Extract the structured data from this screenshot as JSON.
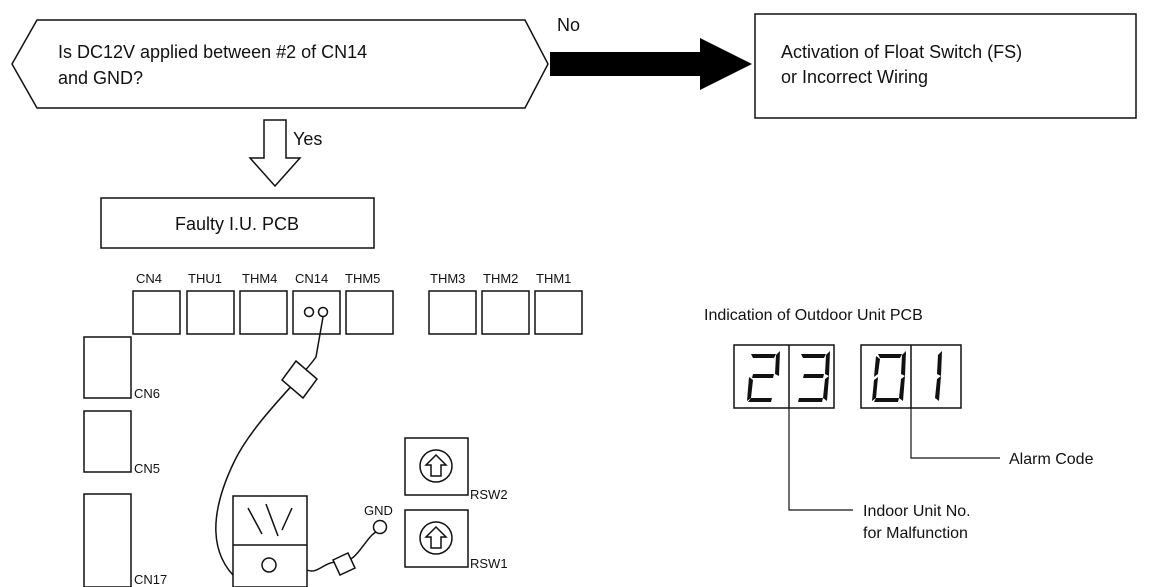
{
  "decision": {
    "line1": "Is DC12V applied between #2 of CN14",
    "line2": "and GND?"
  },
  "no_label": "No",
  "yes_label": "Yes",
  "result": {
    "line1": "Activation of Float Switch (FS)",
    "line2": "or Incorrect Wiring"
  },
  "faulty_label": "Faulty I.U. PCB",
  "connectors": {
    "cn4": "CN4",
    "thu1": "THU1",
    "thm4": "THM4",
    "cn14": "CN14",
    "thm5": "THM5",
    "thm3": "THM3",
    "thm2": "THM2",
    "thm1": "THM1",
    "cn6": "CN6",
    "cn5": "CN5",
    "cn17": "CN17",
    "gnd": "GND",
    "rsw2": "RSW2",
    "rsw1": "RSW1"
  },
  "indication": {
    "title": "Indication of Outdoor Unit PCB",
    "digits": [
      "2",
      "3",
      "0",
      "1"
    ],
    "alarm_code_label": "Alarm Code",
    "indoor_unit_line1": "Indoor Unit No.",
    "indoor_unit_line2": "for Malfunction"
  }
}
